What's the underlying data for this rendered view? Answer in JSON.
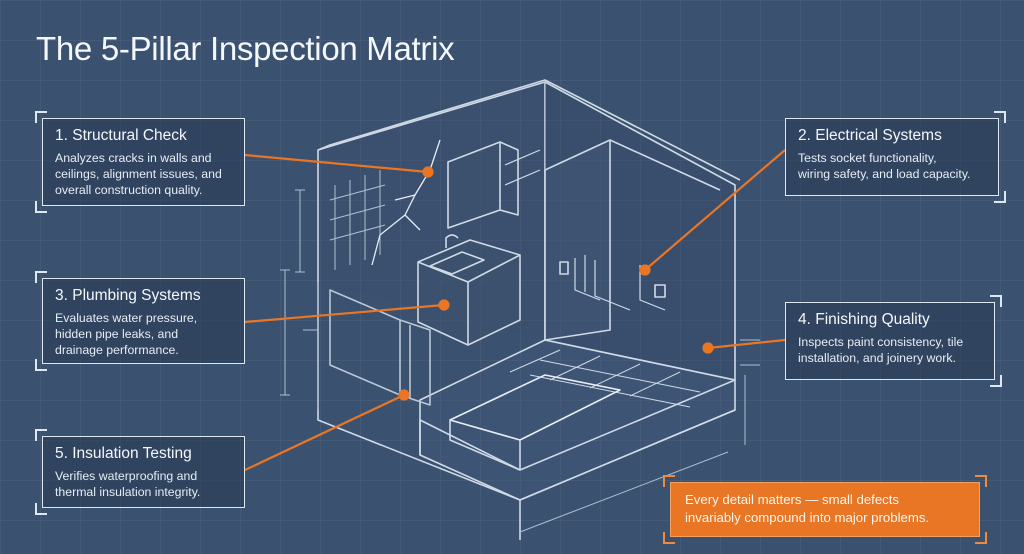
{
  "title": "The 5-Pillar Inspection Matrix",
  "pillars": [
    {
      "heading": "1. Structural Check",
      "line1": "Analyzes cracks in walls and",
      "line2": "ceilings, alignment issues, and",
      "line3": "overall construction quality."
    },
    {
      "heading": "2. Electrical Systems",
      "line1": "Tests socket functionality,",
      "line2": "wiring safety, and load capacity."
    },
    {
      "heading": "3. Plumbing Systems",
      "line1": "Evaluates water pressure,",
      "line2": "hidden pipe leaks, and",
      "line3": "drainage performance."
    },
    {
      "heading": "4. Finishing Quality",
      "line1": "Inspects paint consistency, tile",
      "line2": "installation, and joinery work."
    },
    {
      "heading": "5. Insulation Testing",
      "line1": "Verifies waterproofing and",
      "line2": "thermal insulation integrity."
    }
  ],
  "callout": {
    "line1": "Every detail matters — small defects",
    "line2": "invariably compound into major problems."
  },
  "colors": {
    "background": "#3b5170",
    "accent": "#e87625",
    "line": "#dfe7f0"
  }
}
